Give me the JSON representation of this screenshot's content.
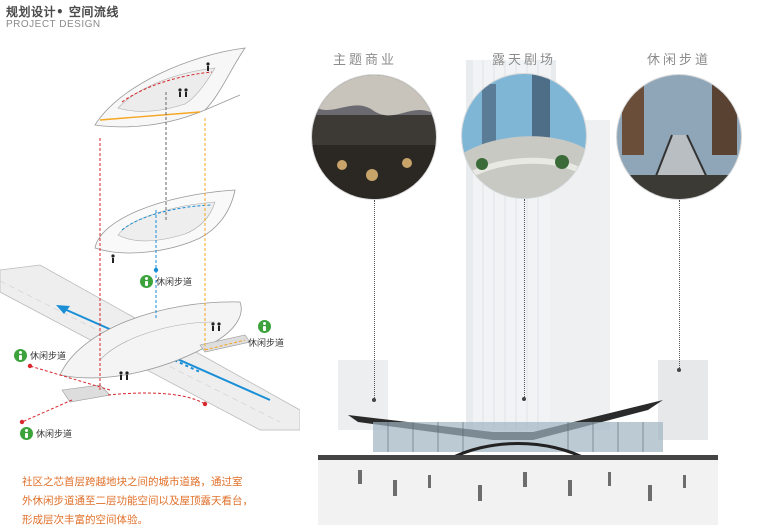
{
  "header": {
    "title": "规划设计• 空间流线",
    "subtitle": "PROJECT DESIGN"
  },
  "axon_tags": [
    {
      "label": "休闲步道",
      "icon": "pedestrian-icon"
    },
    {
      "label": "休闲步道",
      "icon": "pedestrian-icon"
    },
    {
      "label": "休闲步道",
      "icon": "pedestrian-icon"
    },
    {
      "label": "休闲步道",
      "icon": "pedestrian-icon"
    }
  ],
  "description": {
    "lines": [
      "社区之芯首层跨越地块之间的城市道路，通过室",
      "外休闲步道通至二层功能空间以及屋顶露天看台，",
      "形成层次丰富的空间体验。"
    ]
  },
  "photos": [
    {
      "label": "主题商业"
    },
    {
      "label": "露天剧场"
    },
    {
      "label": "休闲步道"
    }
  ],
  "colors": {
    "title": "#4a4a4a",
    "description": "#e0702a",
    "flow_red": "#d8262c",
    "flow_blue": "#1a8fd6",
    "flow_orange": "#f5a623",
    "walker_green": "#3ca33c",
    "section_label": "#8c8c8c"
  }
}
